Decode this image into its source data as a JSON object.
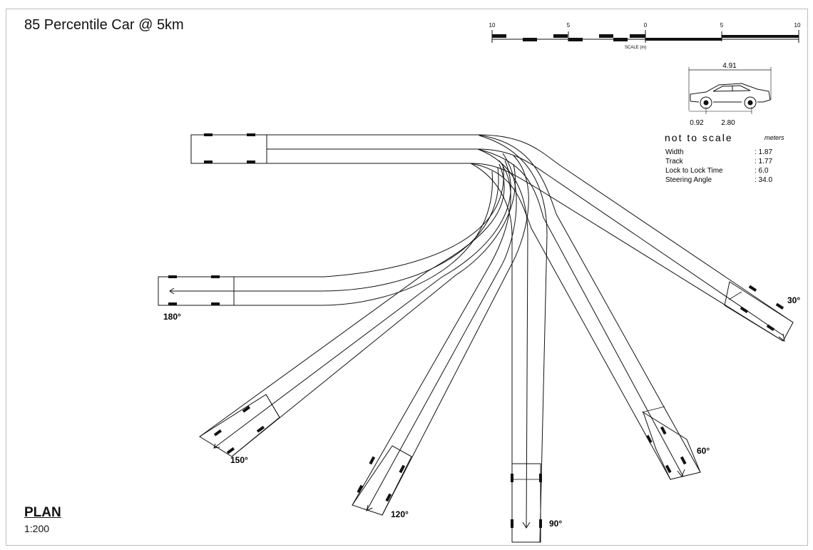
{
  "title": "85 Percentile Car @ 5km",
  "plan": {
    "label": "PLAN",
    "scale": "1:200"
  },
  "scale_bar": {
    "labels": [
      "10",
      "5",
      "0",
      "5",
      "10"
    ],
    "caption": "SCALE (m)"
  },
  "vehicle": {
    "overall_length": "4.91",
    "front_overhang": "0.92",
    "wheelbase": "2.80",
    "note": "not to scale",
    "units": "meters",
    "specs": [
      {
        "label": "Width",
        "value": ": 1.87"
      },
      {
        "label": "Track",
        "value": ": 1.77"
      },
      {
        "label": "Lock to Lock Time",
        "value": ": 6.0"
      },
      {
        "label": "Steering Angle",
        "value": ": 34.0"
      }
    ]
  },
  "angles": [
    "30°",
    "60°",
    "90°",
    "120°",
    "150°",
    "180°"
  ],
  "colors": {
    "line": "#111111",
    "frame": "#bdbdbd"
  }
}
